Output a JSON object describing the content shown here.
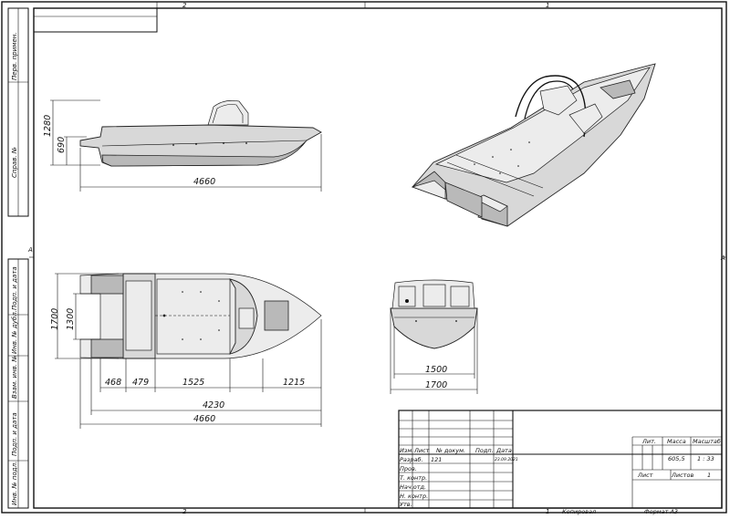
{
  "zones": {
    "top_2": "2",
    "top_1": "1",
    "bottom_2": "2",
    "bottom_1": "1",
    "right_a": "A",
    "left_a": "A"
  },
  "side_stamps": [
    "Перв. примен.",
    "Справ. №",
    "Подп. и дата",
    "Инв. № дубл.",
    "Взам. инв. №",
    "Подп. и дата",
    "Инв. № подл."
  ],
  "dimensions": {
    "side_height_total": "1280",
    "side_height_hull": "690",
    "side_length": "4660",
    "plan_width_outer": "1700",
    "plan_width_inner": "1300",
    "plan_seg1": "468",
    "plan_seg2": "479",
    "plan_seg3": "1525",
    "plan_seg4": "1215",
    "plan_len_hull": "4230",
    "plan_len_total": "4660",
    "front_inner": "1500",
    "front_outer": "1700"
  },
  "title_block": {
    "header_cols": [
      "Изм.",
      "Лист",
      "№ докум.",
      "Подп.",
      "Дата"
    ],
    "rows": [
      "Разраб.",
      "Пров.",
      "Т. контр.",
      "Нач.отд.",
      "Н. контр.",
      "Утв."
    ],
    "developer_value": "121",
    "date_value": "23.09.2021",
    "lit_label": "Лит.",
    "mass_label": "Масса",
    "scale_label": "Масштаб",
    "mass_value": "605,5",
    "scale_value": "1 : 33",
    "sheet_label": "Лист",
    "sheets_label": "Листов",
    "sheets_value": "1"
  },
  "footer": {
    "copied": "Копировал",
    "format": "Формат А3"
  }
}
